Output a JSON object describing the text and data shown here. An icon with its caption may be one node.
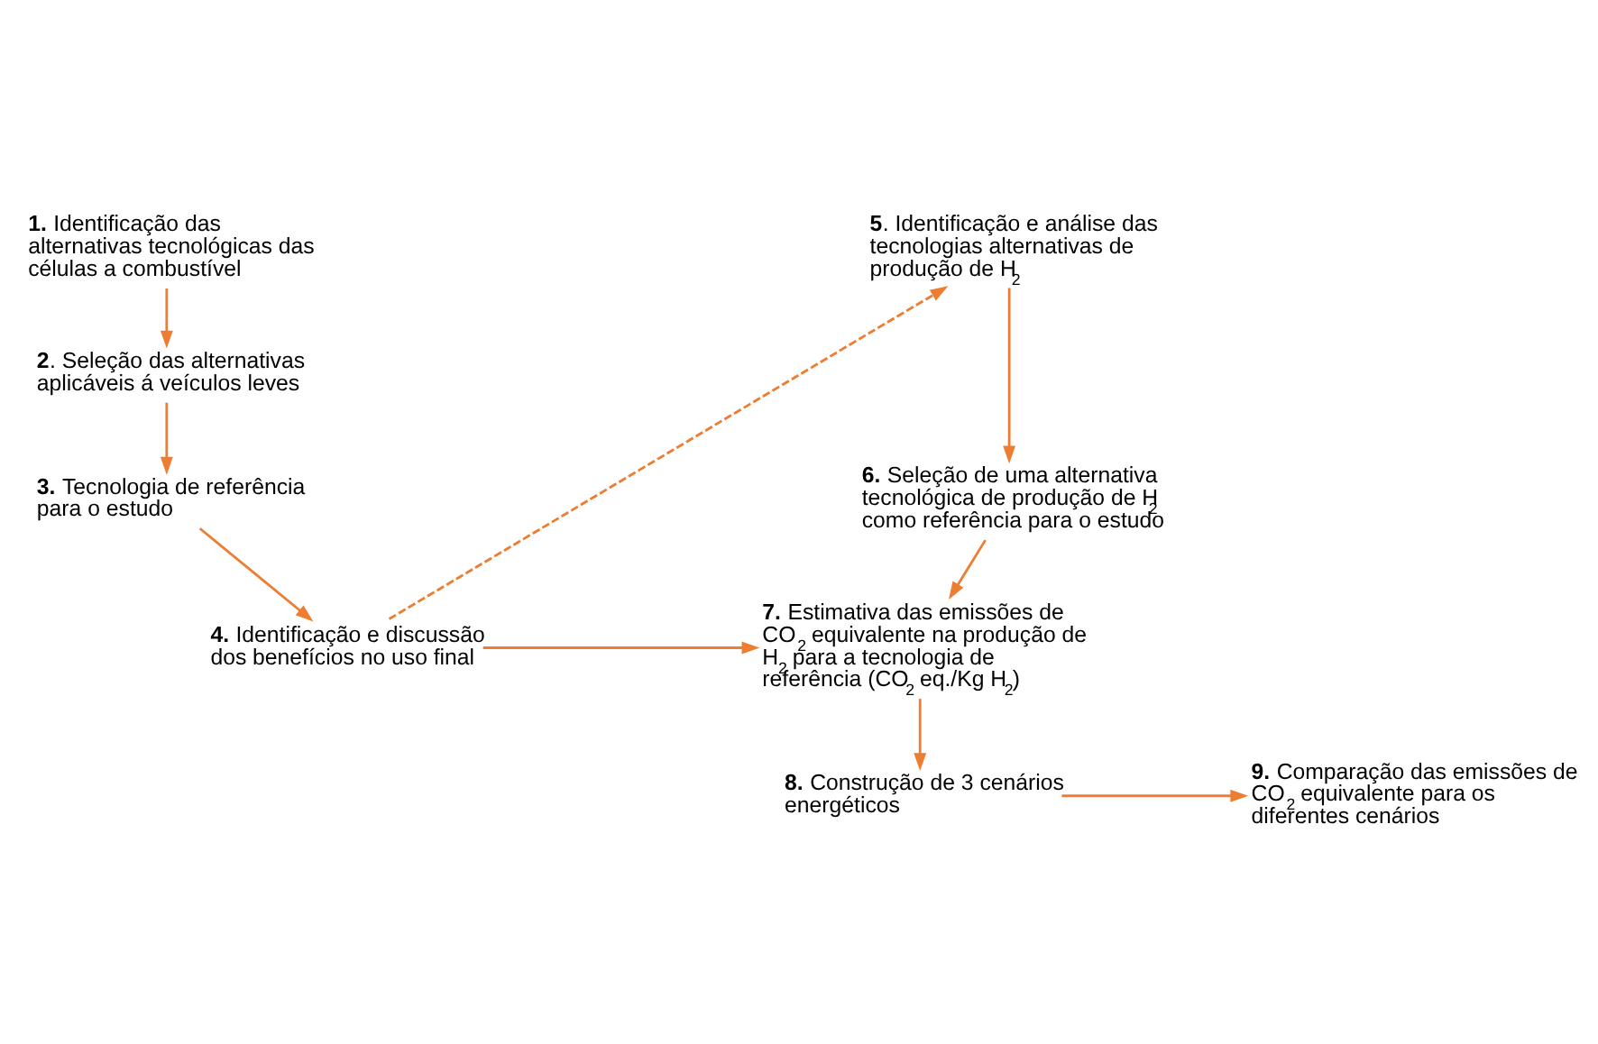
{
  "diagram": {
    "nodes": [
      {
        "text": [
          "**1.** Identificação das alternativas tecnológicas das células a combustível"
        ]
      },
      {
        "text": [
          "**2**. Seleção das alternativas aplicáveis á veículos leves"
        ]
      },
      {
        "text": [
          "**3.** Tecnologia de referência para o estudo"
        ]
      },
      {
        "text": [
          "**4.** Identificação e discussão dos benefícios no uso final"
        ]
      },
      {
        "text": [
          "**5**. Identificação e análise das tecnologias alternativas de produção de H$_{2}$"
        ]
      },
      {
        "text": [
          "**6.** Seleção de uma alternativa tecnológica de produção de H$_{2}$ como referência para o estudo"
        ]
      },
      {
        "text": [
          "**7.** Estimativa das emissões de CO$_{2}$ equivalente na produção de H$_{2}$ para a tecnologia de referência (CO$_{2}$ eq./Kg H$_{2}$)"
        ]
      },
      {
        "text": [
          "**8.** Construção de 3 cenários energéticos"
        ]
      },
      {
        "text": [
          "**9.** Comparação das emissões de CO$_{2}$ equivalente para os diferentes cenários"
        ]
      }
    ],
    "edges": [
      {
        "from": 0,
        "to": 1,
        "arrow": "to"
      },
      {
        "from": 1,
        "to": 2,
        "arrow": "to"
      },
      {
        "from": 2,
        "to": 3,
        "arrow": "to"
      },
      {
        "from": 3,
        "to": 4,
        "arrow": "to",
        "style": "dashed"
      },
      {
        "from": 3,
        "to": 6,
        "arrow": "to"
      },
      {
        "from": 4,
        "to": 5,
        "arrow": "to"
      },
      {
        "from": 5,
        "to": 6,
        "arrow": "to"
      },
      {
        "from": 6,
        "to": 7,
        "arrow": "to"
      },
      {
        "from": 7,
        "to": 8,
        "arrow": "to"
      }
    ]
  }
}
